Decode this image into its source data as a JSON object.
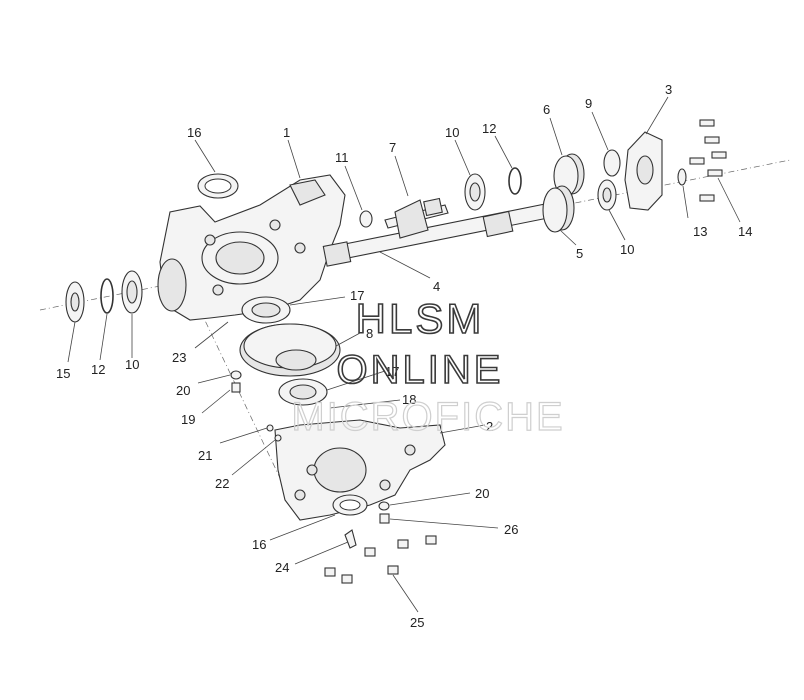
{
  "watermark": {
    "line1": "HLSM",
    "line2": "ONLINE",
    "line3": "MICROFICHE"
  },
  "callouts": [
    {
      "id": "c-16-top",
      "text": "16"
    },
    {
      "id": "c-1",
      "text": "1"
    },
    {
      "id": "c-11",
      "text": "11"
    },
    {
      "id": "c-7",
      "text": "7"
    },
    {
      "id": "c-10-mid",
      "text": "10"
    },
    {
      "id": "c-12-mid",
      "text": "12"
    },
    {
      "id": "c-6",
      "text": "6"
    },
    {
      "id": "c-9",
      "text": "9"
    },
    {
      "id": "c-3",
      "text": "3"
    },
    {
      "id": "c-13",
      "text": "13"
    },
    {
      "id": "c-14",
      "text": "14"
    },
    {
      "id": "c-5",
      "text": "5"
    },
    {
      "id": "c-10-right",
      "text": "10"
    },
    {
      "id": "c-4",
      "text": "4"
    },
    {
      "id": "c-17-top",
      "text": "17"
    },
    {
      "id": "c-8",
      "text": "8"
    },
    {
      "id": "c-17-mid",
      "text": "17"
    },
    {
      "id": "c-18",
      "text": "18"
    },
    {
      "id": "c-2",
      "text": "2"
    },
    {
      "id": "c-15",
      "text": "15"
    },
    {
      "id": "c-12-left",
      "text": "12"
    },
    {
      "id": "c-10-left",
      "text": "10"
    },
    {
      "id": "c-23",
      "text": "23"
    },
    {
      "id": "c-20-left",
      "text": "20"
    },
    {
      "id": "c-19",
      "text": "19"
    },
    {
      "id": "c-21",
      "text": "21"
    },
    {
      "id": "c-22",
      "text": "22"
    },
    {
      "id": "c-20-right",
      "text": "20"
    },
    {
      "id": "c-26",
      "text": "26"
    },
    {
      "id": "c-16-bottom",
      "text": "16"
    },
    {
      "id": "c-24",
      "text": "24"
    },
    {
      "id": "c-25",
      "text": "25"
    }
  ]
}
